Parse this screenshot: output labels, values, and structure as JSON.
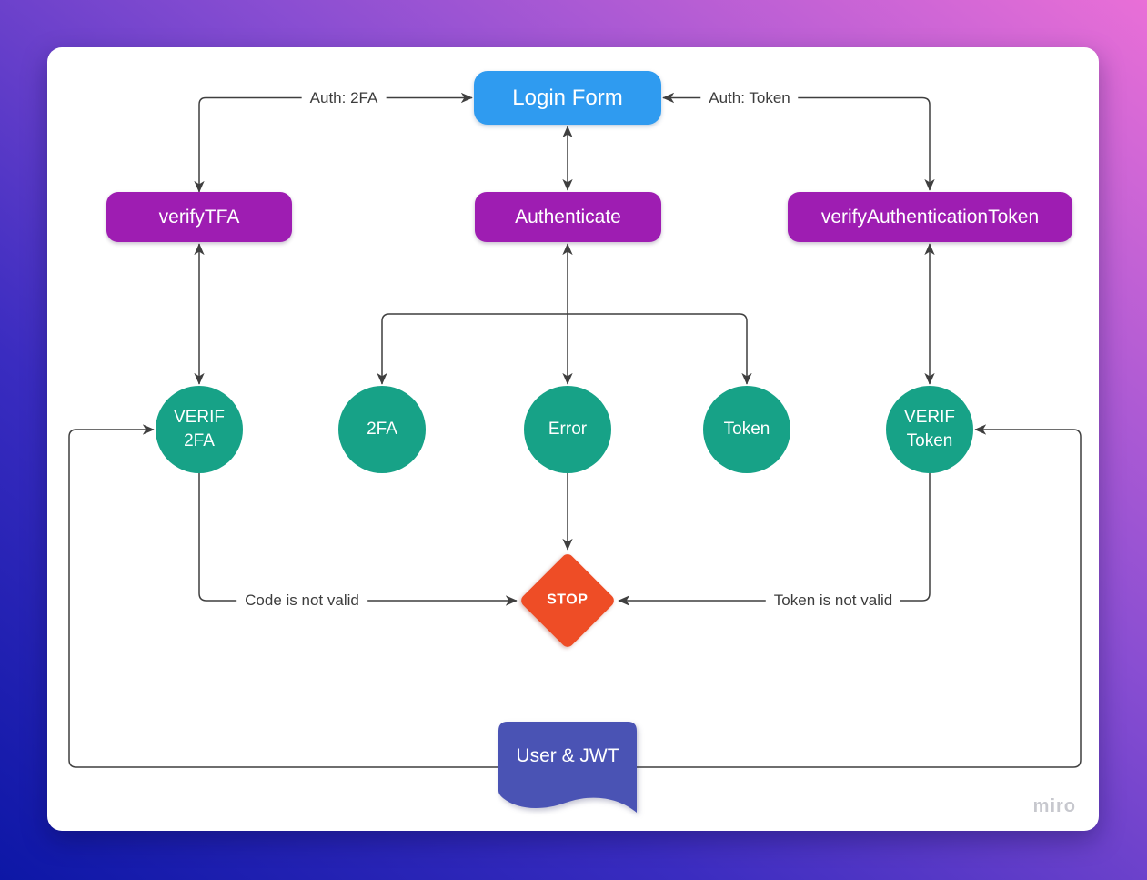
{
  "watermark": "miro",
  "nodes": {
    "login_form": {
      "label": "Login Form"
    },
    "verify_tfa": {
      "label": "verifyTFA"
    },
    "authenticate": {
      "label": "Authenticate"
    },
    "verify_auth_token": {
      "label": "verifyAuthenticationToken"
    },
    "circle_verif_2fa": {
      "line1": "VERIF",
      "line2": "2FA"
    },
    "circle_2fa": {
      "label": "2FA"
    },
    "circle_error": {
      "label": "Error"
    },
    "circle_token": {
      "label": "Token"
    },
    "circle_verif_token": {
      "line1": "VERIF",
      "line2": "Token"
    },
    "stop": {
      "label": "STOP"
    },
    "user_jwt": {
      "label": "User & JWT"
    }
  },
  "edge_labels": {
    "auth_2fa": "Auth: 2FA",
    "auth_token": "Auth: Token",
    "code_not_valid": "Code is not valid",
    "token_not_valid": "Token is not valid"
  },
  "colors": {
    "login_box": "#2f9bf0",
    "process_box": "#9e1db2",
    "state_circle": "#17a287",
    "stop_diamond": "#ee4d26",
    "flag": "#4a53b4",
    "connector": "#3f3f3f",
    "card_background": "#ffffff",
    "background_gradient": [
      "#0d17a6",
      "#8a4ed2",
      "#e96fd7"
    ],
    "watermark_text": "#c7c8ce"
  }
}
